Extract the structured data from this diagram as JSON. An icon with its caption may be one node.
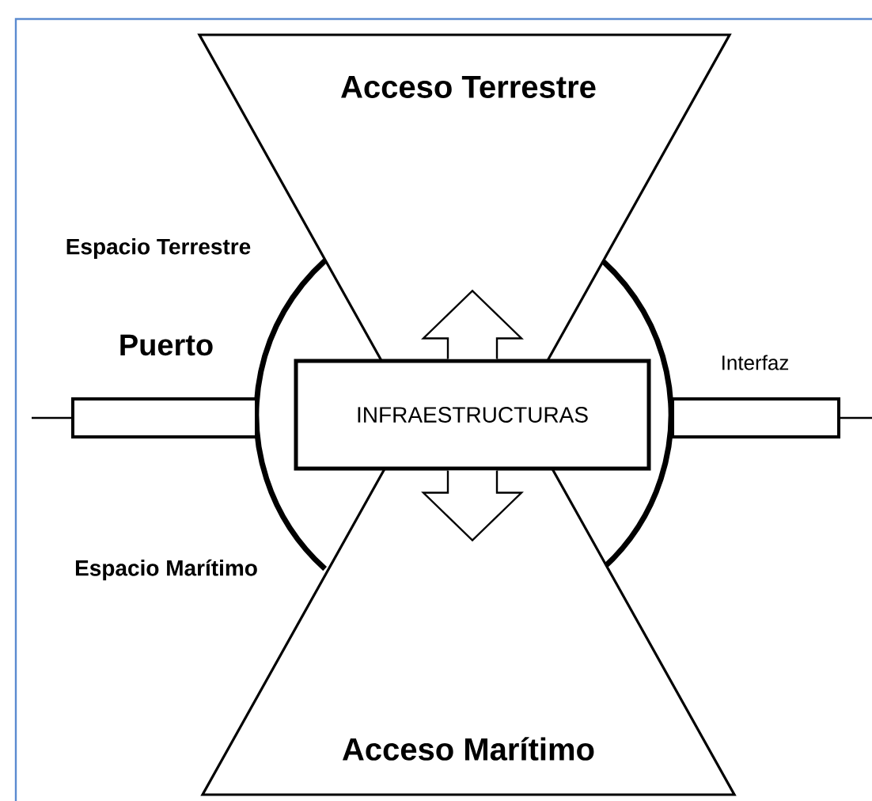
{
  "diagram": {
    "nodes": [
      {
        "text": [
          "Acceso Terrestre"
        ]
      },
      {
        "text": [
          "INFRAESTRUCTURAS"
        ]
      },
      {
        "text": [
          "Acceso Marítimo"
        ]
      },
      {
        "text": [],
        "shape": "bar"
      },
      {
        "text": [],
        "shape": "bar"
      }
    ],
    "edges": [
      {
        "from": 1,
        "to": 0,
        "arrow": "to"
      },
      {
        "from": 1,
        "to": 2,
        "arrow": "to"
      }
    ],
    "labels": [
      "Espacio Terrestre",
      "Puerto",
      "Interfaz",
      "Espacio Marítimo"
    ]
  }
}
